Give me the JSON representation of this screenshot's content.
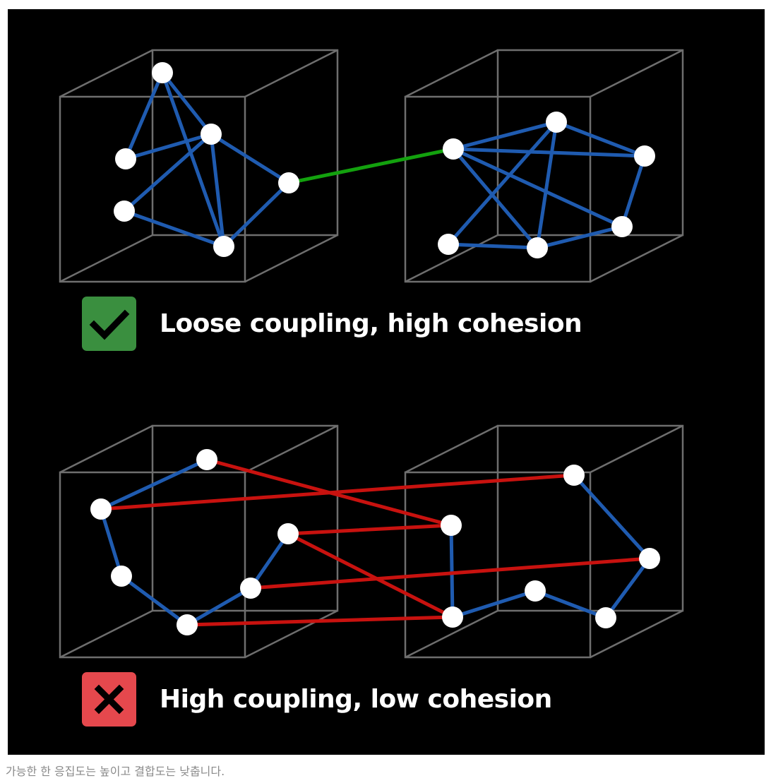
{
  "diagrams": {
    "good": {
      "label": "Loose coupling, high cohesion",
      "badge_icon": "check-icon",
      "badge_color": "#3a8f3f",
      "internal_edge_color": "#1f5bb0",
      "coupling_edge_color": "#13a10e"
    },
    "bad": {
      "label": "High coupling, low cohesion",
      "badge_icon": "x-icon",
      "badge_color": "#e5484d",
      "internal_edge_color": "#1f5bb0",
      "coupling_edge_color": "#c8120f"
    }
  },
  "caption": "가능한 한 응집도는 높이고 결합도는 낮춥니다."
}
